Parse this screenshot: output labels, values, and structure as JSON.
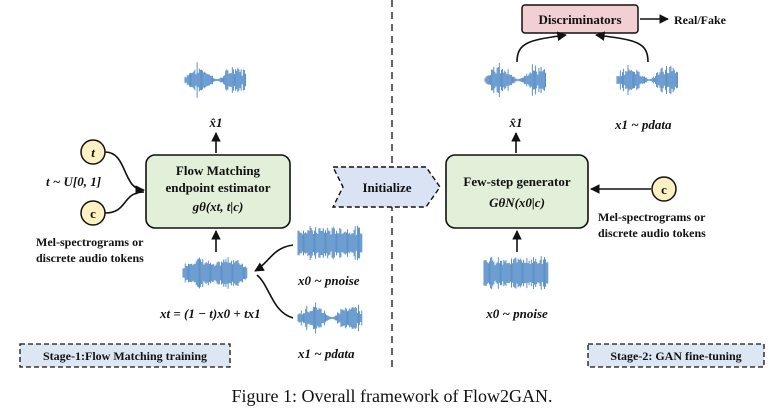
{
  "colors": {
    "box_fill": "#e2efd9",
    "box_stroke": "#111111",
    "circle_fill": "#fdf0c2",
    "disc_fill": "#f2cfd3",
    "stage_fill": "#dde7f4",
    "init_fill": "#d9e3f3",
    "wave": "#4a86c5",
    "arrow": "#111111"
  },
  "stage1": {
    "box_title_1": "Flow Matching",
    "box_title_2": "endpoint estimator",
    "box_formula": "gθ(xt, t|c)",
    "t_circle": "t",
    "c_circle": "c",
    "t_dist": "t ~ U[0, 1]",
    "cond_line1": "Mel-spectrograms or",
    "cond_line2": "discrete audio tokens",
    "output_label": "x̂1",
    "xt_formula": "xt = (1 − t)x0 + tx1",
    "x0_label": "x0 ~ pnoise",
    "x1_label": "x1 ~ pdata",
    "stage_label": "Stage-1:Flow Matching training"
  },
  "initialize_label": "Initialize",
  "stage2": {
    "disc_label": "Discriminators",
    "real_fake": "Real/Fake",
    "gen_title": "Few-step generator",
    "gen_formula": "GθN(x0|c)",
    "c_circle": "c",
    "cond_line1": "Mel-spectrograms or",
    "cond_line2": "discrete audio tokens",
    "output_label": "x̂1",
    "real_label": "x1 ~ pdata",
    "x0_label": "x0 ~ pnoise",
    "stage_label": "Stage-2: GAN fine-tuning"
  },
  "caption": "Figure 1: Overall framework of Flow2GAN."
}
